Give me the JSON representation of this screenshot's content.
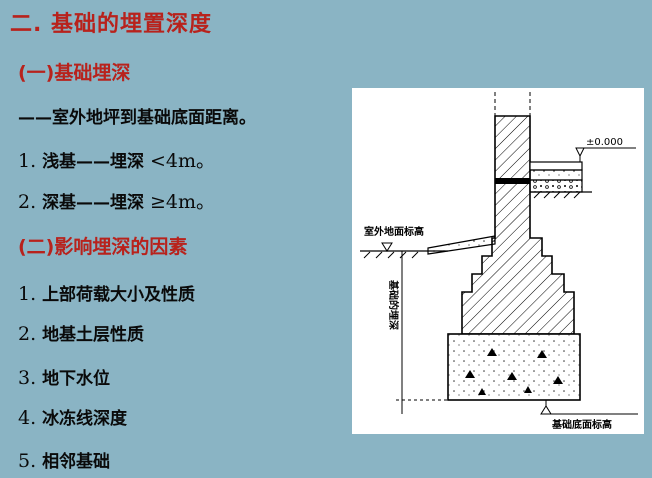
{
  "title": "二. 基础的埋置深度",
  "section1": {
    "heading": "(一)基础埋深"
  },
  "definition": "——室外地坪到基础底面距离。",
  "items1": [
    {
      "num": "1.",
      "label": "浅基——埋深",
      "cond": "<4m。"
    },
    {
      "num": "2.",
      "label": "深基——埋深",
      "cond": "≥4m。"
    }
  ],
  "section2": {
    "heading": "(二)影响埋深的因素"
  },
  "items2": [
    {
      "num": "1.",
      "text": "上部荷载大小及性质"
    },
    {
      "num": "2.",
      "text": "地基土层性质"
    },
    {
      "num": "3.",
      "text": "地下水位"
    },
    {
      "num": "4.",
      "text": "冰冻线深度"
    },
    {
      "num": "5.",
      "text": "相邻基础"
    }
  ],
  "diagram": {
    "elevation_zero": "±0.000",
    "outdoor_ground_label": "室外地面标高",
    "depth_label": "基础的埋深",
    "base_label": "基础底面标高"
  }
}
